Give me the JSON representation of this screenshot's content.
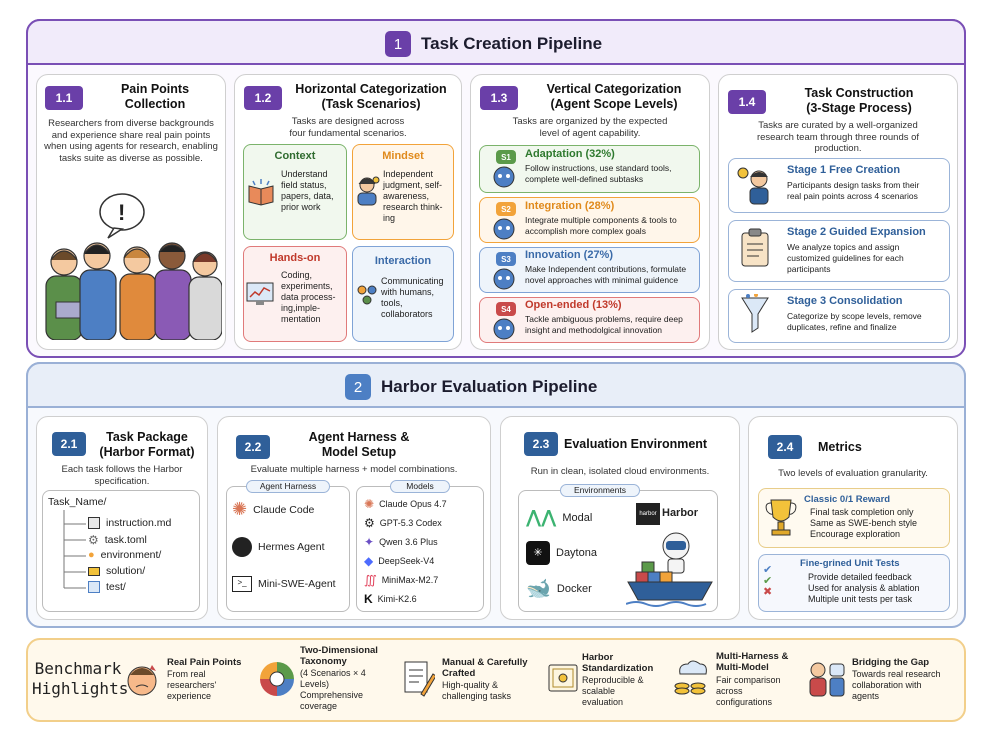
{
  "sec1": {
    "num": "1",
    "title": "Task Creation Pipeline"
  },
  "c11": {
    "num": "1.1",
    "title": "Pain Points\nCollection",
    "desc": "Researchers from diverse backgrounds and experience share real pain points when using agents for research, enabling tasks suite as diverse as possible."
  },
  "c12": {
    "num": "1.2",
    "title": "Horizontal Categorization\n(Task Scenarios)",
    "desc": "Tasks are designed across\nfour fundamental scenarios.",
    "scenarios": [
      {
        "name": "Context",
        "text": "Understand\nfield status,\npapers, data,\nprior work"
      },
      {
        "name": "Mindset",
        "text": "Independent\njudgment, self-\nawareness,\nresearch think-\ning"
      },
      {
        "name": "Hands-on",
        "text": "Coding,\nexperiments,\ndata process-\ning,imple-\nmentation"
      },
      {
        "name": "Interaction",
        "text": "Communicating\nwith humans,\ntools,\ncollaborators"
      }
    ]
  },
  "c13": {
    "num": "1.3",
    "title": "Vertical Categorization\n(Agent Scope Levels)",
    "desc": "Tasks are organized by the expected\nlevel of agent capability.",
    "levels": [
      {
        "tag": "S1",
        "name": "Adaptation (32%)",
        "text": "Follow instructions, use standard tools,\ncomplete well-defined subtasks"
      },
      {
        "tag": "S2",
        "name": "Integration (28%)",
        "text": "Integrate multiple components & tools to\naccomplish more complex goals"
      },
      {
        "tag": "S3",
        "name": "Innovation (27%)",
        "text": "Make Independent contributions, formulate\nnovel approaches with minimal guidence"
      },
      {
        "tag": "S4",
        "name": "Open-ended (13%)",
        "text": "Tackle ambiguous problems, require deep\ninsight and methodolgical innovation"
      }
    ]
  },
  "c14": {
    "num": "1.4",
    "title": "Task Construction\n(3-Stage Process)",
    "desc": "Tasks are curated by a well-organized\nresearch team through three rounds of\nproduction.",
    "stages": [
      {
        "name": "Stage 1  Free Creation",
        "text": "Participants design tasks from their\nreal pain points across 4 scenarios"
      },
      {
        "name": "Stage 2  Guided Expansion",
        "text": "We analyze topics and assign\ncustomized guidelines for each\nparticipants"
      },
      {
        "name": "Stage 3  Consolidation",
        "text": "Categorize by scope levels, remove\nduplicates, refine and finalize"
      }
    ]
  },
  "sec2": {
    "num": "2",
    "title": "Harbor Evaluation Pipeline"
  },
  "c21": {
    "num": "2.1",
    "title": "Task Package\n(Harbor Format)",
    "desc": "Each task follows the Harbor\nspecification.",
    "root": "Task_Name/",
    "files": [
      "instruction.md",
      "task.toml",
      "environment/",
      "solution/",
      "test/"
    ]
  },
  "c22": {
    "num": "2.2",
    "title": "Agent Harness &\nModel Setup",
    "desc": "Evaluate multiple harness + model combinations.",
    "harness_label": "Agent Harness",
    "harnesses": [
      "Claude Code",
      "Hermes Agent",
      "Mini-SWE-Agent"
    ],
    "models_label": "Models",
    "models": [
      "Claude Opus 4.7",
      "GPT-5.3 Codex",
      "Qwen 3.6 Plus",
      "DeepSeek-V4",
      "MiniMax-M2.7",
      "Kimi-K2.6"
    ]
  },
  "c23": {
    "num": "2.3",
    "title": "Evaluation Environment",
    "desc": "Run in clean, isolated cloud environments.",
    "env_label": "Environments",
    "envs": [
      "Modal",
      "Daytona",
      "Docker"
    ],
    "harbor": "Harbor",
    "harbor_small": "harbor"
  },
  "c24": {
    "num": "2.4",
    "title": "Metrics",
    "desc": "Two levels of evaluation granularity.",
    "m1": {
      "name": "Classic 0/1 Reward",
      "lines": [
        "Final task completion only",
        "Same as SWE-bench style",
        "Encourage exploration"
      ]
    },
    "m2": {
      "name": "Fine-grined Unit Tests",
      "lines": [
        "Provide detailed feedback",
        "Used for analysis & ablation",
        "Multiple unit tests per task"
      ]
    }
  },
  "highlights": {
    "title": "Benchmark\nHighlights",
    "items": [
      {
        "name": "Real Pain Points",
        "text": "From real\nresearchers'\nexperience"
      },
      {
        "name": "Two-Dimensional\nTaxonomy",
        "text": "(4 Scenarios × 4\nLevels)\nComprehensive\ncoverage"
      },
      {
        "name": "Manual & Carefully\nCrafted",
        "text": "High-quality &\nchallenging tasks"
      },
      {
        "name": "Harbor\nStandardization",
        "text": "Reproducible &\nscalable\nevaluation"
      },
      {
        "name": "Multi-Harness &\nMulti-Model",
        "text": "Fair comparison\nacross\nconfigurations"
      },
      {
        "name": "Bridging the Gap",
        "text": "Towards real research\ncollaboration with\nagents"
      }
    ]
  },
  "colors": {
    "purple": "#6a3fa8",
    "blue": "#2f5f99",
    "orange": "#f2a33a",
    "green": "#4f9a4f",
    "red": "#c94a4a",
    "lightblue": "#4d7fc4"
  }
}
